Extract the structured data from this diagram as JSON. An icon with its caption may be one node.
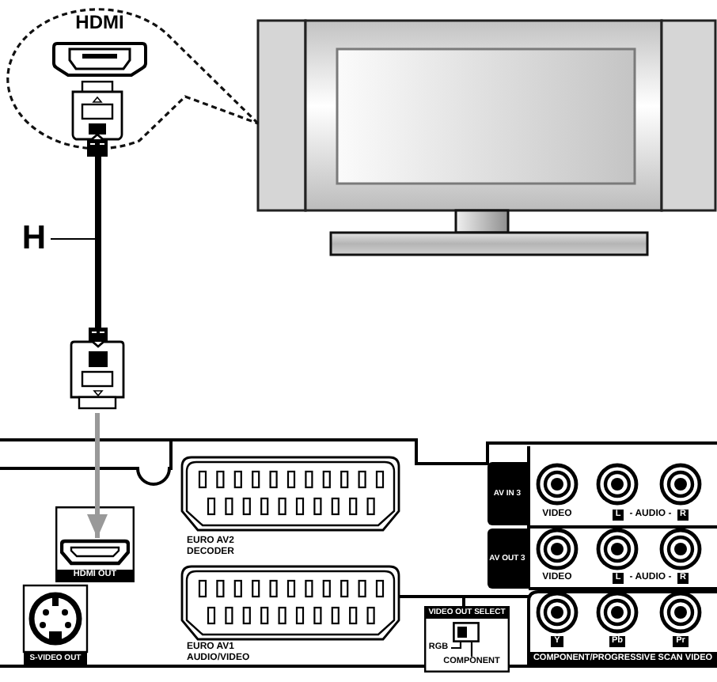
{
  "diagram": {
    "nodes": [
      {
        "text": [
          "HDMI"
        ]
      },
      {
        "text": [],
        "shape": "picture"
      },
      {
        "text": [],
        "shape": "line"
      },
      {
        "text": [
          "H"
        ]
      },
      {
        "text": [],
        "shape": "picture"
      },
      {
        "text": [
          "HDMI OUT"
        ]
      },
      {
        "text": [],
        "shape": "picture",
        "in": 5
      },
      {
        "text": [
          "VIDEO OUT SELECT"
        ]
      },
      {
        "text": [],
        "shape": "box",
        "in": 7
      },
      {
        "text": [
          "RGB"
        ],
        "in": 7
      },
      {
        "text": [
          "COMPONENT"
        ],
        "in": 7
      }
    ],
    "edges": [
      {
        "from": 3,
        "to": 2,
        "arrow": "none"
      },
      {
        "from": 4,
        "to": 6,
        "arrow": "to",
        "style": "thick",
        "color": "#999999"
      },
      {
        "from": 9,
        "to": 8,
        "arrow": "none"
      },
      {
        "from": 10,
        "to": 8,
        "arrow": "none"
      }
    ],
    "labels": [
      "S-VIDEO OUT",
      "EURO AV2 DECODER",
      "EURO AV1 AUDIO/VIDEO",
      "AV IN 3",
      "VIDEO",
      "L",
      "- AUDIO -",
      "R",
      "AV OUT 3",
      "VIDEO",
      "L",
      "- AUDIO -",
      "R",
      "Y",
      "Pb",
      "Pr",
      "COMPONENT/PROGRESSIVE SCAN VIDEO"
    ]
  }
}
